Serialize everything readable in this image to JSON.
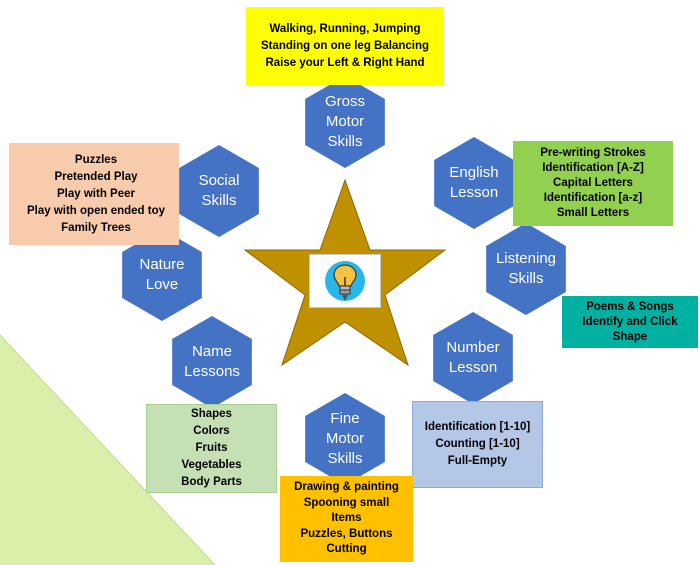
{
  "colors": {
    "hexagon": "#4472c4",
    "star": "#bf9000",
    "triangle": "#d9efaa",
    "gross_motor_box": "#ffff00",
    "english_box": "#92d050",
    "listening_box": "#00b0a0",
    "number_box": "#b4c7e7",
    "fine_motor_box": "#ffc000",
    "name_box": "#c5e0b4",
    "social_box": "#f8cbad",
    "bulb_circle": "#29b6e8"
  },
  "center_icon": "lightbulb-icon",
  "hexagons": {
    "gross_motor": [
      "Gross",
      "Motor",
      "Skills"
    ],
    "english": [
      "English",
      "Lesson"
    ],
    "listening": [
      "Listening",
      "Skills"
    ],
    "number": [
      "Number",
      "Lesson"
    ],
    "fine_motor": [
      "Fine",
      "Motor",
      "Skills"
    ],
    "name": [
      "Name",
      "Lessons"
    ],
    "nature": [
      "Nature",
      "Love"
    ],
    "social": [
      "Social",
      "Skills"
    ]
  },
  "boxes": {
    "gross_motor": [
      "Walking, Running, Jumping",
      "Standing on one leg Balancing",
      "Raise your Left & Right Hand"
    ],
    "english": [
      "Pre-writing Strokes",
      "Identification [A-Z]",
      "Capital Letters",
      "Identification [a-z]",
      "Small Letters"
    ],
    "listening": [
      "Poems & Songs",
      "Identify and Click",
      "Shape"
    ],
    "number": [
      "Identification [1-10]",
      "Counting [1-10]",
      "Full-Empty"
    ],
    "fine_motor": [
      "Drawing & painting",
      "Spooning small",
      "Items",
      "Puzzles, Buttons",
      "Cutting"
    ],
    "name": [
      "Shapes",
      "Colors",
      "Fruits",
      "Vegetables",
      "Body Parts"
    ],
    "social": [
      "Puzzles",
      "Pretended Play",
      "Play with Peer",
      "Play with open ended toy",
      "Family Trees"
    ]
  }
}
